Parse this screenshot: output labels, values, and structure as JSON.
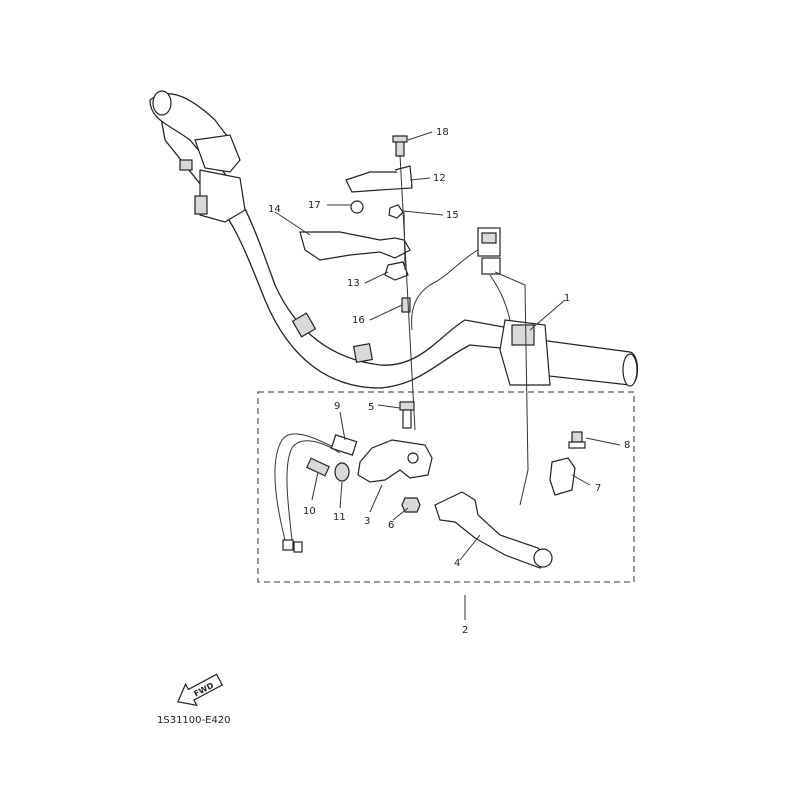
{
  "diagram": {
    "callouts": [
      "1",
      "2",
      "3",
      "4",
      "5",
      "6",
      "7",
      "8",
      "9",
      "10",
      "11",
      "12",
      "13",
      "14",
      "15",
      "16",
      "17",
      "18"
    ],
    "fwd_label": "FWD",
    "catalog_code": "1S31100-E420"
  }
}
